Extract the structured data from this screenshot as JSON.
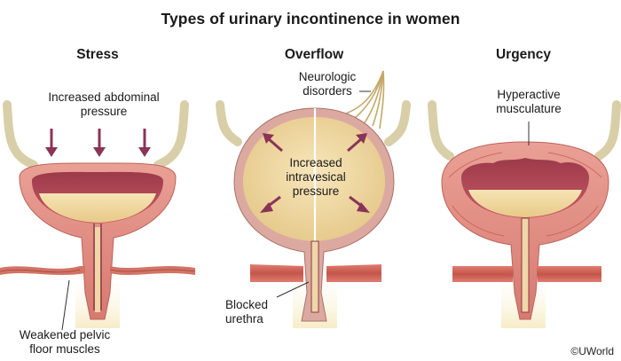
{
  "title": "Types of urinary incontinence in women",
  "panels": [
    {
      "heading": "Stress",
      "labels": [
        "Increased abdominal pressure",
        "Weakened pelvic floor muscles"
      ]
    },
    {
      "heading": "Overflow",
      "labels": [
        "Neurologic disorders",
        "Increased intravesical pressure",
        "Blocked urethra"
      ]
    },
    {
      "heading": "Urgency",
      "labels": [
        "Hyperactive musculature"
      ]
    }
  ],
  "copyright": "©UWorld",
  "colors": {
    "bladder_wall": "#e08a80",
    "bladder_lumen": "#b24a57",
    "urine": "#f2dca3",
    "ureter": "#d8cfa8",
    "muscle": "#c95a4c",
    "arrow": "#8a3458",
    "nerve": "#c4a86a"
  }
}
